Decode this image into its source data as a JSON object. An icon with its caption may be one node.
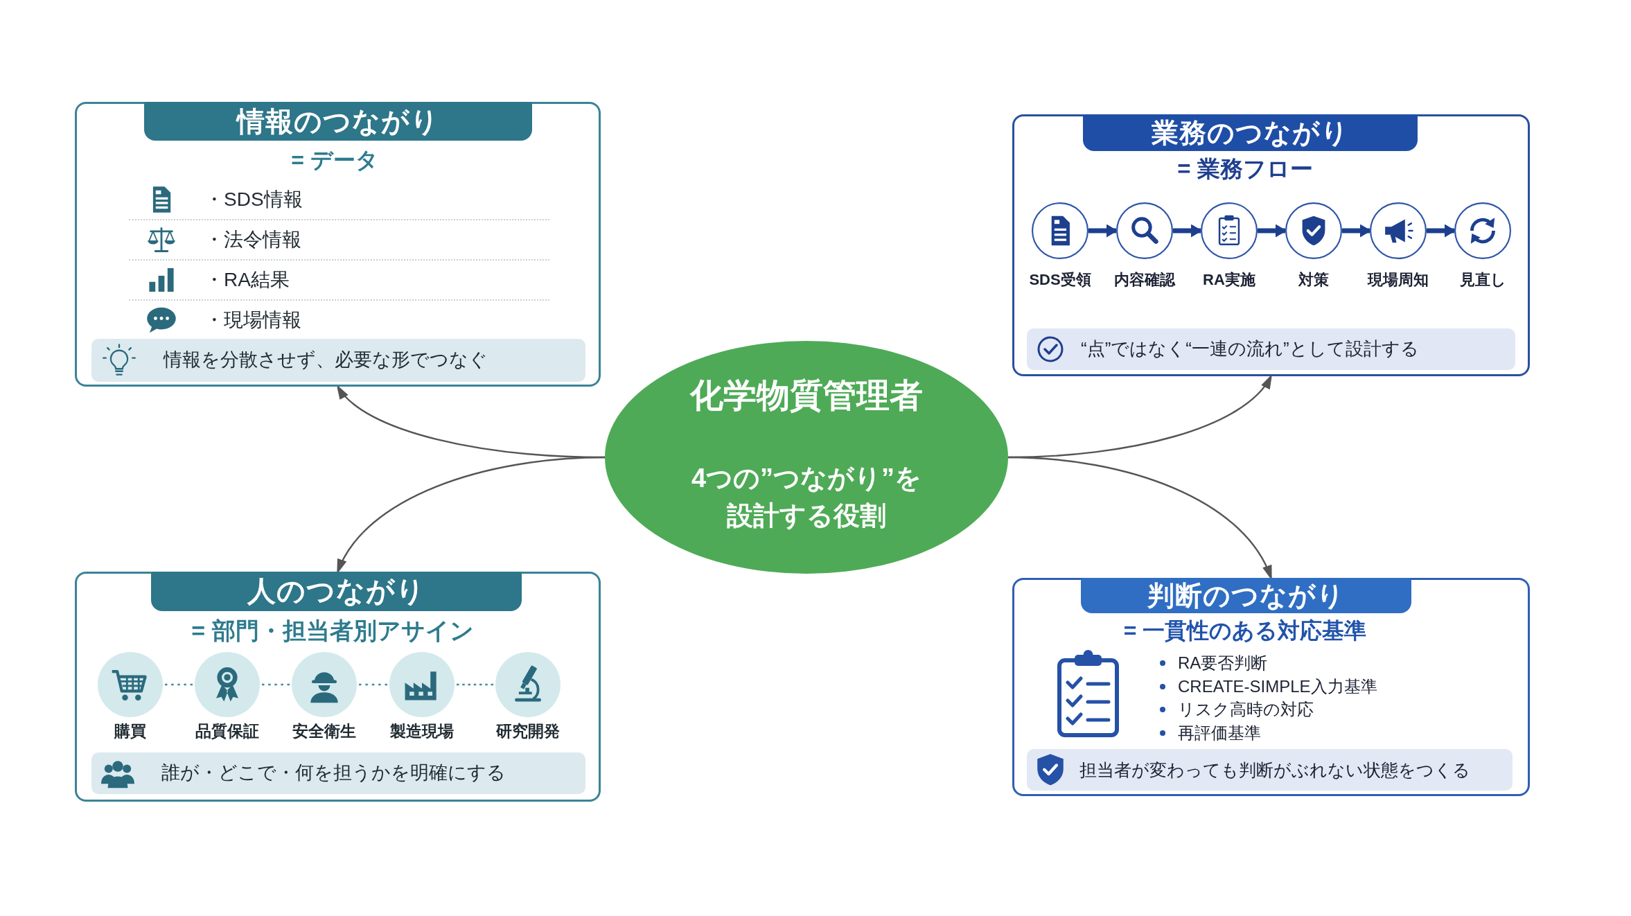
{
  "diagram": {
    "nodes": [
      {
        "text": [
          "化学物質管理者",
          "4つの”つながり”を設計する役割"
        ]
      },
      {
        "text": [
          "情報のつながり",
          "= データ",
          "・SDS情報",
          "・法令情報",
          "・RA結果",
          "・現場情報"
        ]
      },
      {
        "text": [
          "情報を分散させず、必要な形でつなぐ"
        ],
        "in": 1
      },
      {
        "text": [
          "業務のつながり",
          "= 業務フロー"
        ]
      },
      {
        "text": [],
        "shape": "circle",
        "in": 3,
        "beside": [
          "SDS受領"
        ]
      },
      {
        "text": [],
        "shape": "circle",
        "in": 3,
        "beside": [
          "内容確認"
        ]
      },
      {
        "text": [],
        "shape": "circle",
        "in": 3,
        "beside": [
          "RA実施"
        ]
      },
      {
        "text": [],
        "shape": "circle",
        "in": 3,
        "beside": [
          "対策"
        ]
      },
      {
        "text": [],
        "shape": "circle",
        "in": 3,
        "beside": [
          "現場周知"
        ]
      },
      {
        "text": [],
        "shape": "circle",
        "in": 3,
        "beside": [
          "見直し"
        ]
      },
      {
        "text": [
          "“点”ではなく“一連の流れ”として設計する"
        ],
        "in": 3
      },
      {
        "text": [
          "人のつながり",
          "= 部門・担当者別アサイン"
        ]
      },
      {
        "text": [],
        "shape": "circle",
        "in": 11,
        "beside": [
          "購買"
        ]
      },
      {
        "text": [],
        "shape": "circle",
        "in": 11,
        "beside": [
          "品質保証"
        ]
      },
      {
        "text": [],
        "shape": "circle",
        "in": 11,
        "beside": [
          "安全衛生"
        ]
      },
      {
        "text": [],
        "shape": "circle",
        "in": 11,
        "beside": [
          "製造現場"
        ]
      },
      {
        "text": [],
        "shape": "circle",
        "in": 11,
        "beside": [
          "研究開発"
        ]
      },
      {
        "text": [
          "誰が・どこで・何を担うかを明確にする"
        ],
        "in": 11
      },
      {
        "text": [
          "判断のつながり",
          "= 一貫性のある対応基準",
          "RA要否判断",
          "CREATE-SIMPLE入力基準",
          "リスク高時の対応",
          "再評価基準"
        ]
      },
      {
        "text": [
          "担当者が変わっても判断がぶれない状態をつくる"
        ],
        "in": 18
      }
    ],
    "edges": [
      {
        "from": 0,
        "to": 1,
        "arrow": "to"
      },
      {
        "from": 0,
        "to": 3,
        "arrow": "to"
      },
      {
        "from": 0,
        "to": 11,
        "arrow": "to"
      },
      {
        "from": 0,
        "to": 18,
        "arrow": "to"
      },
      {
        "from": 4,
        "to": 5,
        "arrow": "to",
        "style": "thick",
        "color": "#1d3f8e"
      },
      {
        "from": 5,
        "to": 6,
        "arrow": "to",
        "style": "thick",
        "color": "#1d3f8e"
      },
      {
        "from": 6,
        "to": 7,
        "arrow": "to",
        "style": "thick",
        "color": "#1d3f8e"
      },
      {
        "from": 7,
        "to": 8,
        "arrow": "to",
        "style": "thick",
        "color": "#1d3f8e"
      },
      {
        "from": 8,
        "to": 9,
        "arrow": "to",
        "style": "thick",
        "color": "#1d3f8e"
      },
      {
        "from": 12,
        "to": 13,
        "arrow": "none",
        "style": "dashed",
        "color": "#3f8d9c"
      },
      {
        "from": 13,
        "to": 14,
        "arrow": "none",
        "style": "dashed",
        "color": "#3f8d9c"
      },
      {
        "from": 14,
        "to": 15,
        "arrow": "none",
        "style": "dashed",
        "color": "#3f8d9c"
      },
      {
        "from": 15,
        "to": 16,
        "arrow": "none",
        "style": "dashed",
        "color": "#3f8d9c"
      }
    ]
  }
}
